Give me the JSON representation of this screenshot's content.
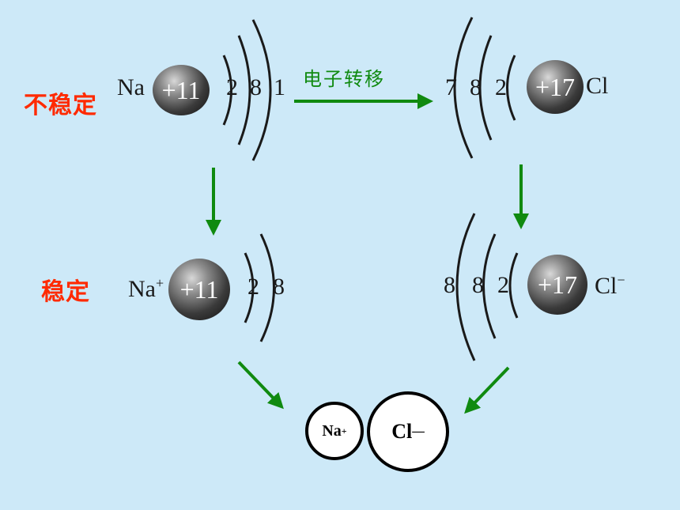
{
  "labels": {
    "unstable": "不稳定",
    "stable": "稳定",
    "transfer": "电子转移"
  },
  "na_atom": {
    "symbol": "Na",
    "nucleus": "+11",
    "shells": [
      "2",
      "8",
      "1"
    ]
  },
  "cl_atom": {
    "symbol": "Cl",
    "nucleus": "+17",
    "shells": [
      "7",
      "8",
      "2"
    ]
  },
  "na_ion": {
    "symbol": "Na",
    "charge": "+",
    "nucleus": "+11",
    "shells": [
      "2",
      "8"
    ]
  },
  "cl_ion": {
    "symbol": "Cl",
    "charge": "−",
    "nucleus": "+17",
    "shells": [
      "8",
      "8",
      "2"
    ]
  },
  "compound": {
    "cation": "Na",
    "cation_charge": "+",
    "anion": "Cl",
    "anion_charge": "—"
  },
  "colors": {
    "background": "#cde9f8",
    "arrow": "#108a10",
    "label": "#ff2a00"
  }
}
